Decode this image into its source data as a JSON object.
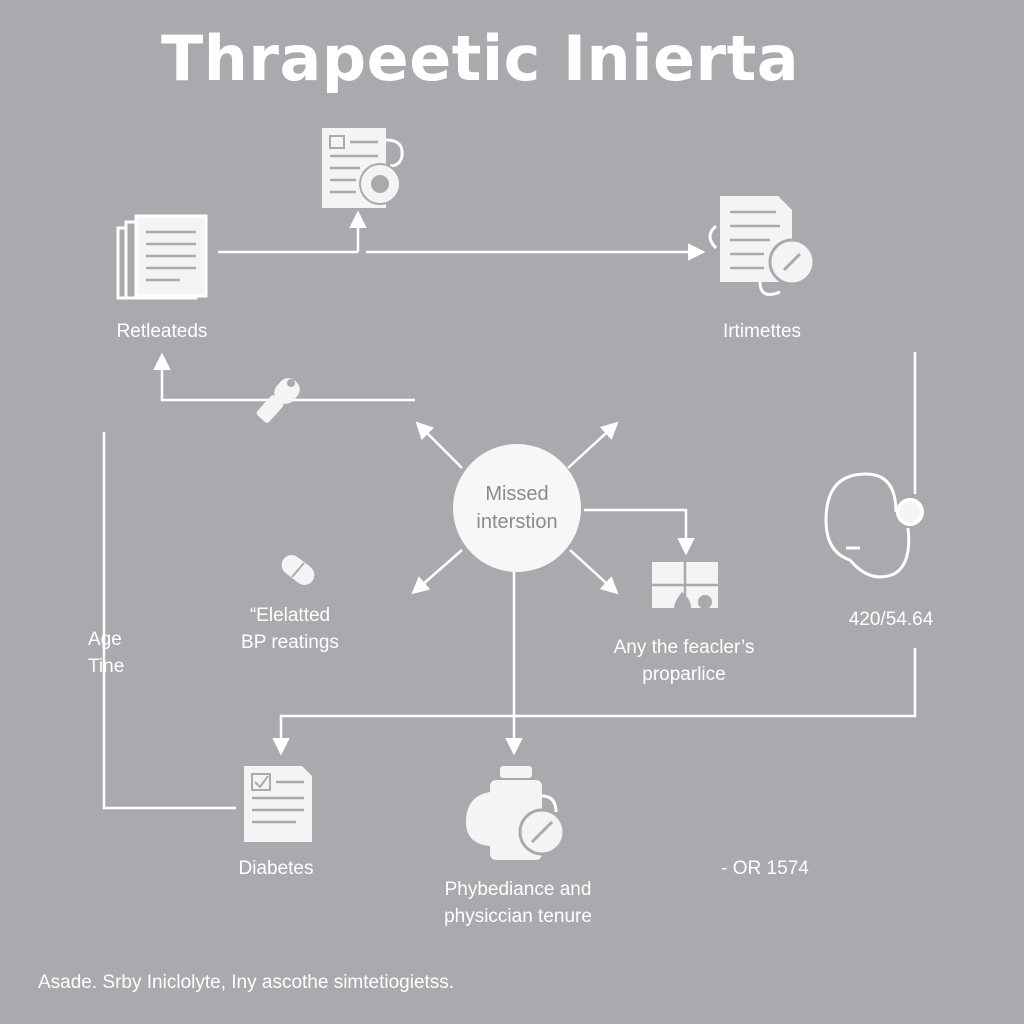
{
  "title": "Thrapeetic Inierta",
  "center_node": {
    "line1": "Missed",
    "line2": "interstion"
  },
  "labels": {
    "top_left": "Retleateds",
    "top_right": "Irtimettes",
    "elevated_line1": "“Elelatted",
    "elevated_line2": "BP reatings",
    "age_line1": "Age",
    "age_line2": "Tine",
    "reading_value": "420/54.64",
    "feeder_line1": "Any the feacler’s",
    "feeder_line2": "proparlice",
    "diabetes": "Diabetes",
    "or_value": "- OR 1574",
    "physician_line1": "Phybediance and",
    "physician_line2": "physiccian tenure"
  },
  "footer": "Asade. Srby Iniclolyte, Iny ascothe simtetiogietss.",
  "colors": {
    "background": "#a9aaad",
    "foreground": "#ffffff",
    "center_text": "#8a8b8f"
  }
}
